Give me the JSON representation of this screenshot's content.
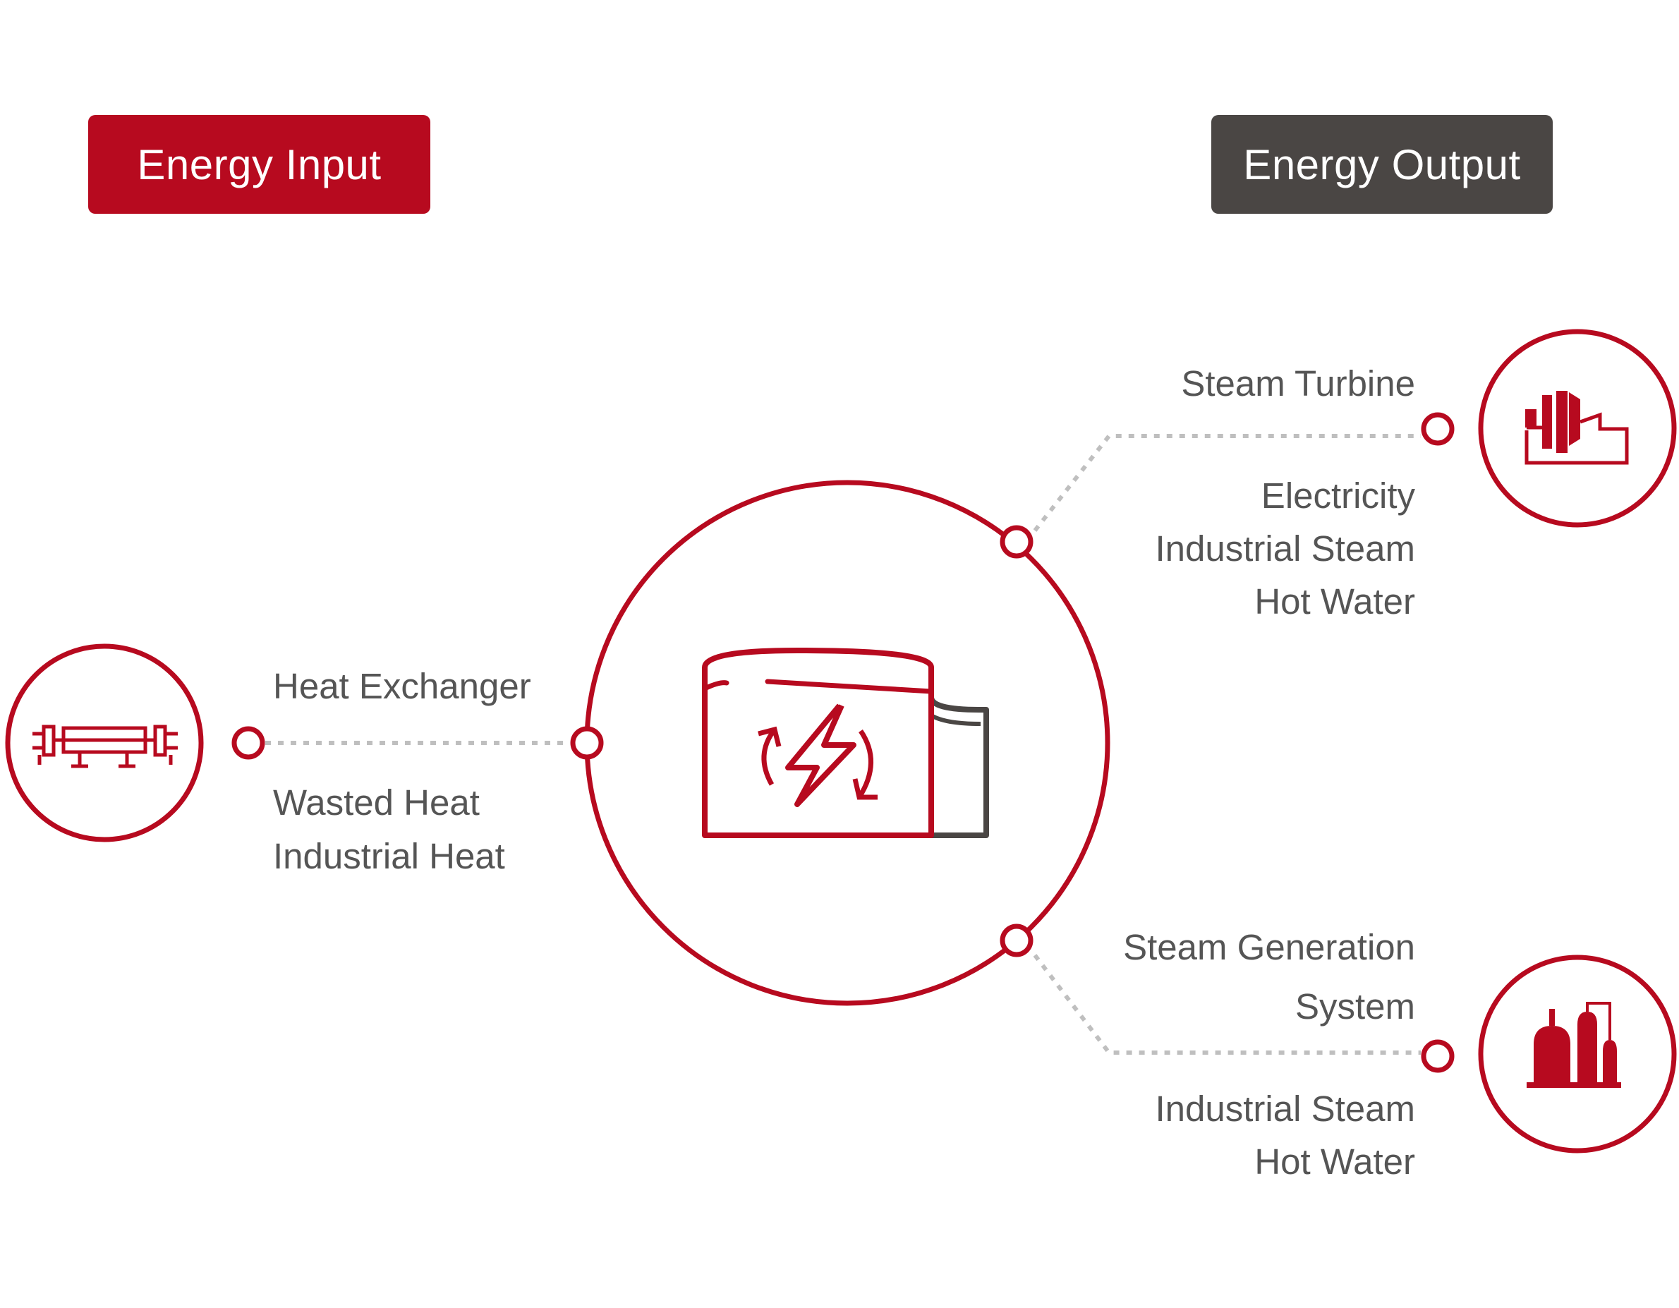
{
  "colors": {
    "accent": "#b70a1f",
    "dark": "#4a4644",
    "text": "#555555",
    "dotted_line": "#bfbfbf"
  },
  "input": {
    "badge": "Energy Input",
    "source_title": "Heat Exchanger",
    "source_lines": [
      "Wasted Heat",
      "Industrial Heat"
    ],
    "icon": "heat-exchanger-icon"
  },
  "output": {
    "badge": "Energy Output",
    "turbine": {
      "title": "Steam Turbine",
      "lines": [
        "Electricity",
        "Industrial Steam",
        "Hot Water"
      ],
      "icon": "steam-turbine-icon"
    },
    "steam_system": {
      "title_lines": [
        "Steam Generation",
        "System"
      ],
      "lines": [
        "Industrial Steam",
        "Hot Water"
      ],
      "icon": "steam-plant-icon"
    }
  },
  "center": {
    "icon": "energy-storage-tank-icon"
  }
}
